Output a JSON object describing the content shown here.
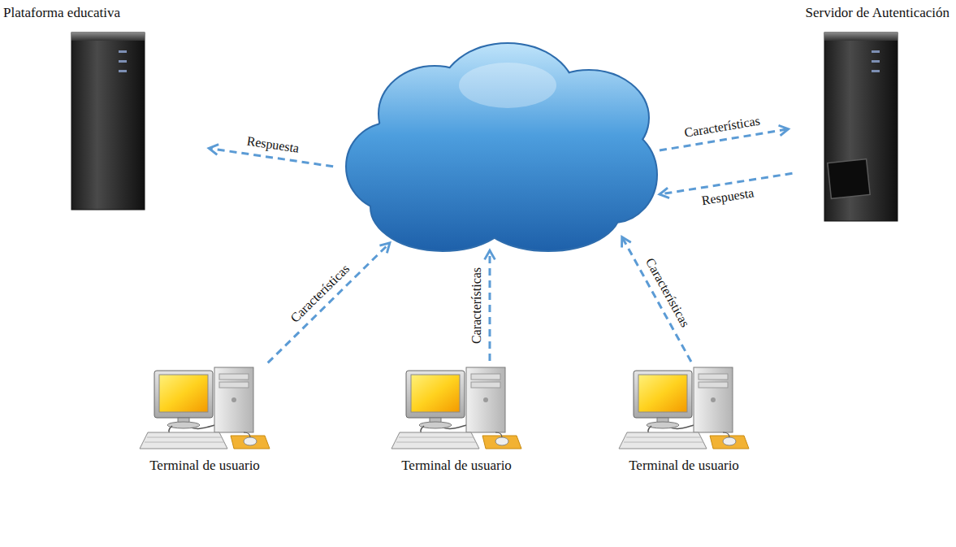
{
  "diagram": {
    "nodes": [
      {
        "text": [
          "Plataforma educativa"
        ]
      },
      {
        "text": [
          "Servidor de Autenticación"
        ]
      },
      {
        "text": []
      },
      {
        "text": [
          "Terminal de usuario"
        ]
      },
      {
        "text": [
          "Terminal de usuario"
        ]
      },
      {
        "text": [
          "Terminal de usuario"
        ]
      }
    ],
    "edges": [
      {
        "from": 2,
        "to": 0,
        "arrow": "to",
        "label": "Respuesta"
      },
      {
        "from": 2,
        "to": 1,
        "arrow": "to",
        "label": "Características"
      },
      {
        "from": 1,
        "to": 2,
        "arrow": "to",
        "label": "Respuesta"
      },
      {
        "from": 3,
        "to": 2,
        "arrow": "to",
        "label": "Características"
      },
      {
        "from": 4,
        "to": 2,
        "arrow": "to",
        "label": "Características"
      },
      {
        "from": 5,
        "to": 2,
        "arrow": "to",
        "label": "Características"
      }
    ]
  }
}
